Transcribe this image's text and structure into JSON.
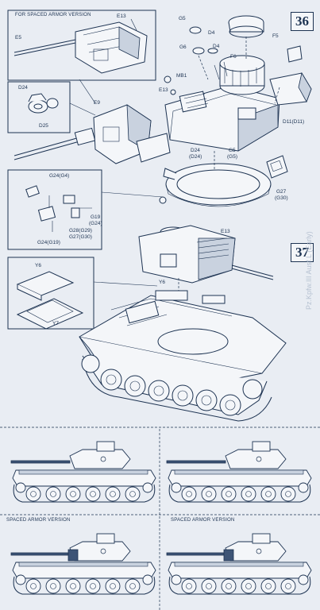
{
  "steps": {
    "step36": "36",
    "step37": "37"
  },
  "insets": {
    "spaced_armor_top": "FOR SPACED ARMOR VERSION",
    "bottom_left": "SPACED ARMOR VERSION",
    "bottom_right": "SPACED ARMOR VERSION"
  },
  "labels": {
    "E13_top": "E13",
    "E5": "E5",
    "G5": "G5",
    "G6": "G6",
    "D4a": "D4",
    "D4b": "D4",
    "F5": "F5",
    "F6": "F6",
    "D24_inset": "D24",
    "D25": "D25",
    "E9": "E9",
    "MB1": "MB1",
    "E13_mid": "E13",
    "D11": "D11(D11)",
    "D24": "D24",
    "D24b": "(D24)",
    "G5b": "G5",
    "G5c": "(G5)",
    "G27": "G27",
    "G30": "(G30)",
    "G24": "G24(G4)",
    "G19": "G19",
    "G24b": "(G24)",
    "G28": "G28(G29)",
    "G27b": "G27(G30)",
    "G24c": "G24(G19)",
    "E13_step37": "E13",
    "Y6_inset": "Y6",
    "Y7": "Y7",
    "Y6": "Y6"
  },
  "ghost_text": "Pz.Kpfw.III Ausf.L (Early)",
  "colors": {
    "ink": "#1d3352",
    "paper": "#e9edf3"
  }
}
